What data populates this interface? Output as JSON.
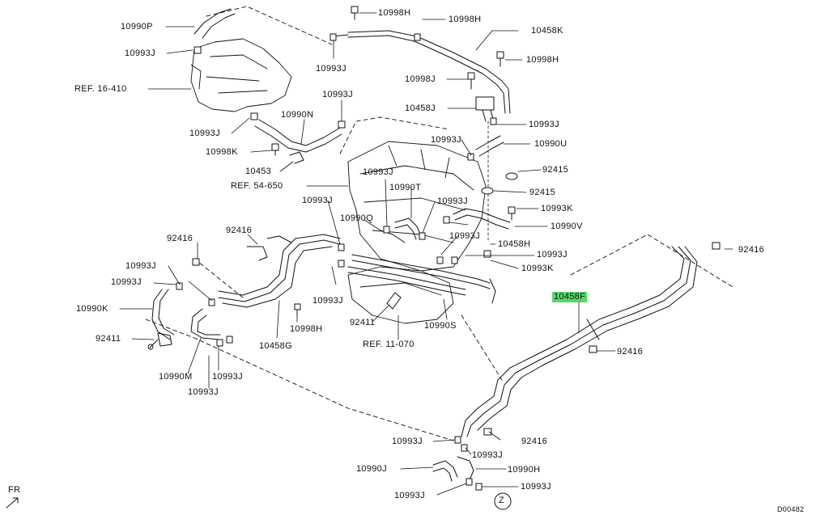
{
  "diagram": {
    "doc_code": "D00482",
    "front_marker": "FR",
    "view_marker": "Z",
    "labels": [
      {
        "id": "p10990P",
        "text": "10990P"
      },
      {
        "id": "p10993J_a",
        "text": "10993J"
      },
      {
        "id": "ref16410",
        "text": "REF. 16-410"
      },
      {
        "id": "p10993J_b",
        "text": "10993J"
      },
      {
        "id": "p10998K",
        "text": "10998K"
      },
      {
        "id": "p10453",
        "text": "10453"
      },
      {
        "id": "p10990N",
        "text": "10990N"
      },
      {
        "id": "p10993J_c",
        "text": "10993J"
      },
      {
        "id": "p10998H_a",
        "text": "10998H"
      },
      {
        "id": "p10998H_b",
        "text": "10998H"
      },
      {
        "id": "p10993J_d",
        "text": "10993J"
      },
      {
        "id": "p10458K",
        "text": "10458K"
      },
      {
        "id": "p10998H_c",
        "text": "10998H"
      },
      {
        "id": "p10998J",
        "text": "10998J"
      },
      {
        "id": "p10458J",
        "text": "10458J"
      },
      {
        "id": "p10993J_e",
        "text": "10993J"
      },
      {
        "id": "p10993J_f",
        "text": "10993J"
      },
      {
        "id": "p10990U",
        "text": "10990U"
      },
      {
        "id": "p92415_a",
        "text": "92415"
      },
      {
        "id": "p92415_b",
        "text": "92415"
      },
      {
        "id": "ref54650",
        "text": "REF. 54-650"
      },
      {
        "id": "p10993J_g",
        "text": "10993J"
      },
      {
        "id": "p10990T",
        "text": "10990T"
      },
      {
        "id": "p10993J_h",
        "text": "10993J"
      },
      {
        "id": "p10993J_i",
        "text": "10993J"
      },
      {
        "id": "p10990Q",
        "text": "10990Q"
      },
      {
        "id": "p10993K_a",
        "text": "10993K"
      },
      {
        "id": "p10990V",
        "text": "10990V"
      },
      {
        "id": "p10993J_j",
        "text": "10993J"
      },
      {
        "id": "p10458H",
        "text": "10458H"
      },
      {
        "id": "p10993J_k",
        "text": "10993J"
      },
      {
        "id": "p10993K_b",
        "text": "10993K"
      },
      {
        "id": "p92416_a",
        "text": "92416"
      },
      {
        "id": "p92416_b",
        "text": "92416"
      },
      {
        "id": "p92416_c",
        "text": "92416"
      },
      {
        "id": "p10993J_l",
        "text": "10993J"
      },
      {
        "id": "p10993J_m",
        "text": "10993J"
      },
      {
        "id": "p10990K",
        "text": "10990K"
      },
      {
        "id": "p92411_a",
        "text": "92411"
      },
      {
        "id": "p10990M",
        "text": "10990M"
      },
      {
        "id": "p10993J_n",
        "text": "10993J"
      },
      {
        "id": "p10993J_o",
        "text": "10993J"
      },
      {
        "id": "p10458G",
        "text": "10458G"
      },
      {
        "id": "p10993J_p",
        "text": "10993J"
      },
      {
        "id": "p10998H_d",
        "text": "10998H"
      },
      {
        "id": "p92411_b",
        "text": "92411"
      },
      {
        "id": "ref11070",
        "text": "REF. 11-070"
      },
      {
        "id": "p10990S",
        "text": "10990S"
      },
      {
        "id": "p10458F",
        "text": "10458F"
      },
      {
        "id": "p92416_d",
        "text": "92416"
      },
      {
        "id": "p10993J_q",
        "text": "10993J"
      },
      {
        "id": "p92416_e",
        "text": "92416"
      },
      {
        "id": "p10993J_r",
        "text": "10993J"
      },
      {
        "id": "p10990J",
        "text": "10990J"
      },
      {
        "id": "p10990H",
        "text": "10990H"
      },
      {
        "id": "p10993J_s",
        "text": "10993J"
      },
      {
        "id": "p10993J_t",
        "text": "10993J"
      }
    ],
    "colors": {
      "line": "#111111",
      "highlight": "#55d86a",
      "background": "#ffffff"
    }
  }
}
